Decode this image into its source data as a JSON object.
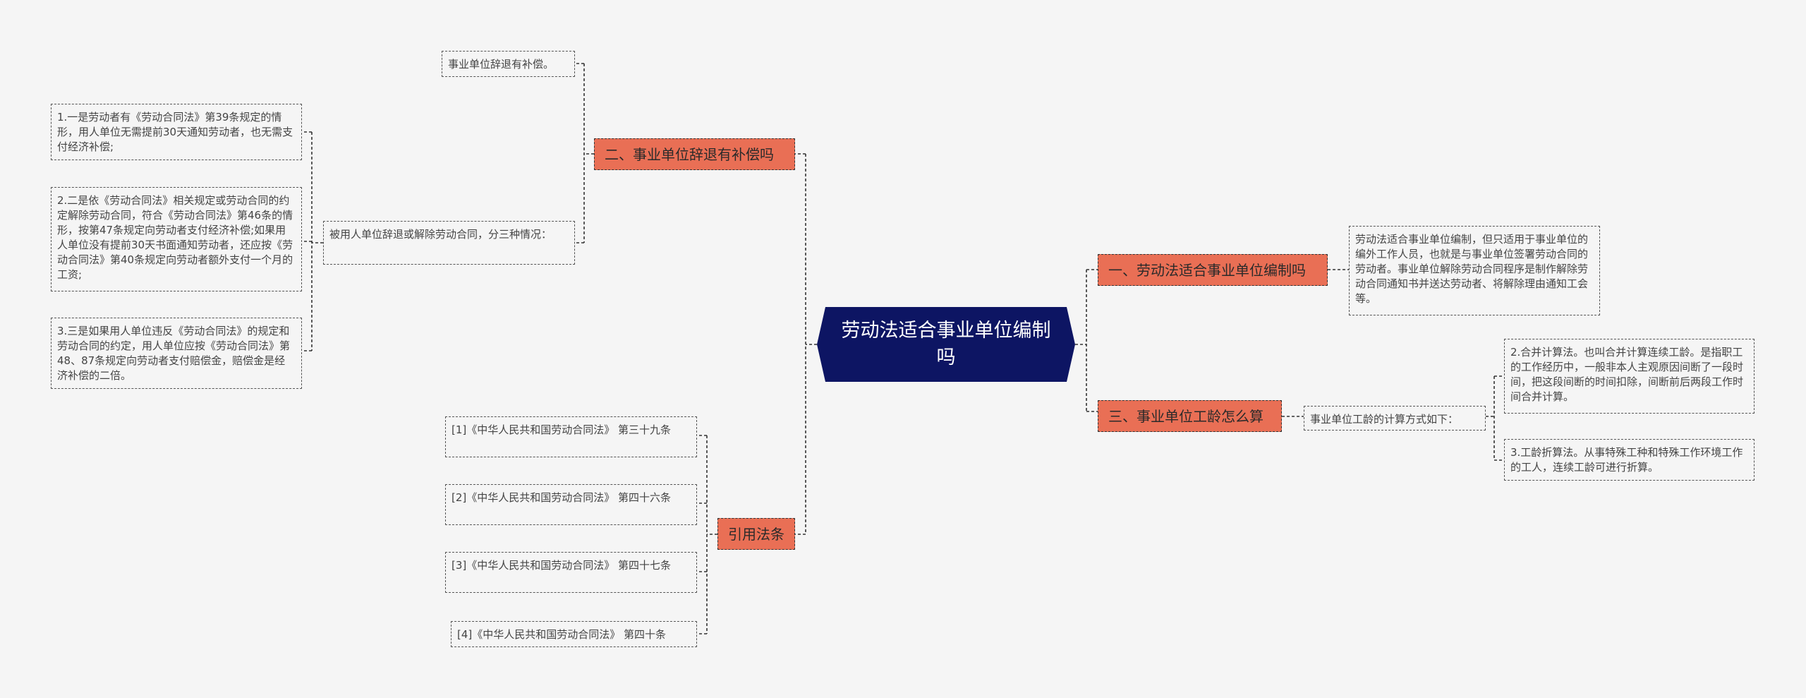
{
  "root": {
    "title": "劳动法适合事业单位编制吗"
  },
  "branches": {
    "b1": {
      "label": "一、劳动法适合事业单位编制吗"
    },
    "b2": {
      "label": "二、事业单位辞退有补偿吗"
    },
    "b3": {
      "label": "三、事业单位工龄怎么算"
    },
    "b4": {
      "label": "引用法条"
    }
  },
  "leaves": {
    "b1_desc": "劳动法适合事业单位编制，但只适用于事业单位的编外工作人员，也就是与事业单位签署劳动合同的劳动者。事业单位解除劳动合同程序是制作解除劳动合同通知书并送达劳动者、将解除理由通知工会等。",
    "b2_top": "事业单位辞退有补偿。",
    "b2_mid": "被用人单位辞退或解除劳动合同，分三种情况：",
    "b2_c1": "1.一是劳动者有《劳动合同法》第39条规定的情形，用人单位无需提前30天通知劳动者，也无需支付经济补偿;",
    "b2_c2": "2.二是依《劳动合同法》相关规定或劳动合同的约定解除劳动合同，符合《劳动合同法》第46条的情形，按第47条规定向劳动者支付经济补偿;如果用人单位没有提前30天书面通知劳动者，还应按《劳动合同法》第40条规定向劳动者额外支付一个月的工资;",
    "b2_c3": "3.三是如果用人单位违反《劳动合同法》的规定和劳动合同的约定，用人单位应按《劳动合同法》第48、87条规定向劳动者支付赔偿金，赔偿金是经济补偿的二倍。",
    "b3_mid": "事业单位工龄的计算方式如下：",
    "b3_c1": "2.合并计算法。也叫合并计算连续工龄。是指职工的工作经历中，一般非本人主观原因间断了一段时间，把这段间断的时间扣除，间断前后两段工作时间合并计算。",
    "b3_c2": "3.工龄折算法。从事特殊工种和特殊工作环境工作的工人，连续工龄可进行折算。",
    "b4_c1": "[1]《中华人民共和国劳动合同法》 第三十九条",
    "b4_c2": "[2]《中华人民共和国劳动合同法》 第四十六条",
    "b4_c3": "[3]《中华人民共和国劳动合同法》 第四十七条",
    "b4_c4": "[4]《中华人民共和国劳动合同法》 第四十条"
  },
  "colors": {
    "background": "#f5f5f5",
    "root_fill": "#0d1563",
    "branch_fill": "#e96f55",
    "connector": "#333333"
  }
}
